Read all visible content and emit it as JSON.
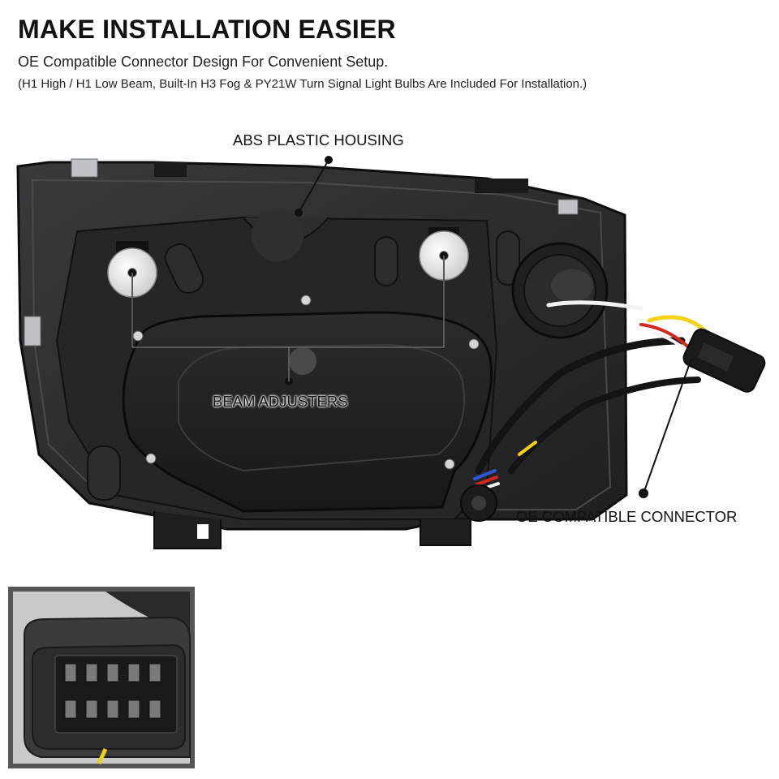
{
  "header": {
    "title": "MAKE INSTALLATION EASIER",
    "subtitle": "OE Compatible Connector Design For Convenient Setup.",
    "note": "(H1 High / H1 Low Beam, Built-In H3 Fog & PY21W Turn Signal Light Bulbs Are Included For Installation.)"
  },
  "callouts": {
    "housing": "ABS PLASTIC HOUSING",
    "beam_adjusters": "BEAM ADJUSTERS",
    "connector": "OE COMPATIBLE CONNECTOR"
  },
  "inset": {
    "pins": 10,
    "wire_color": "#e8d21c"
  },
  "colors": {
    "housing": "#2a2a2c",
    "housing_dark": "#1b1b1d",
    "wire_yellow": "#f2d21b",
    "wire_red": "#d2261f",
    "wire_blue": "#2b57d6",
    "wire_white": "#f2f2f2",
    "background": "#ffffff"
  }
}
